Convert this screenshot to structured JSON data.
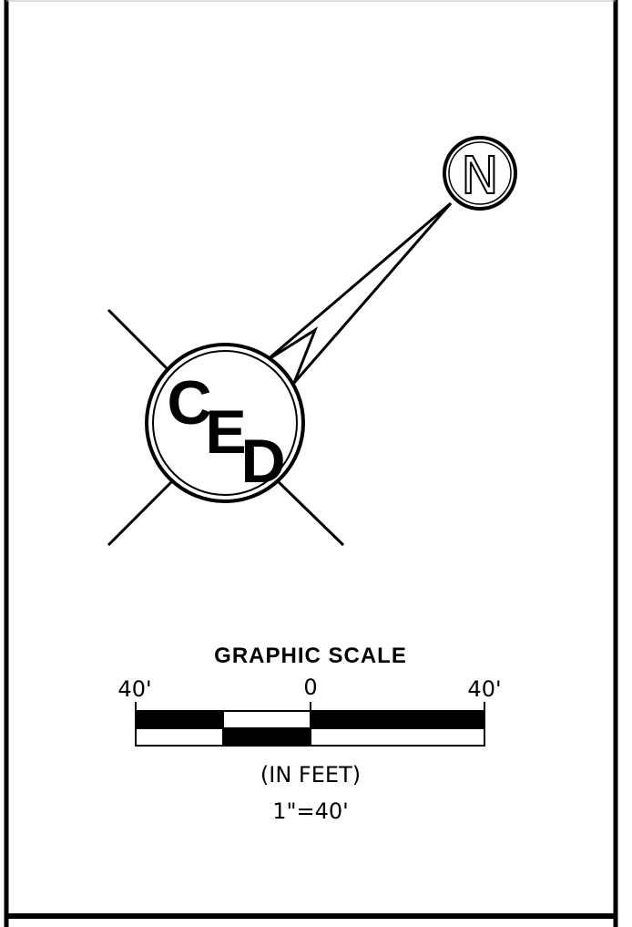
{
  "logo": {
    "letters": [
      "C",
      "E",
      "D"
    ]
  },
  "north_arrow": {
    "label": "N"
  },
  "graphic_scale": {
    "title": "GRAPHIC SCALE",
    "tick_labels": [
      "40'",
      "0",
      "40'"
    ],
    "units": "(IN FEET)",
    "ratio": "1\"=40'"
  },
  "colors": {
    "ink": "#000000",
    "paper": "#ffffff"
  }
}
